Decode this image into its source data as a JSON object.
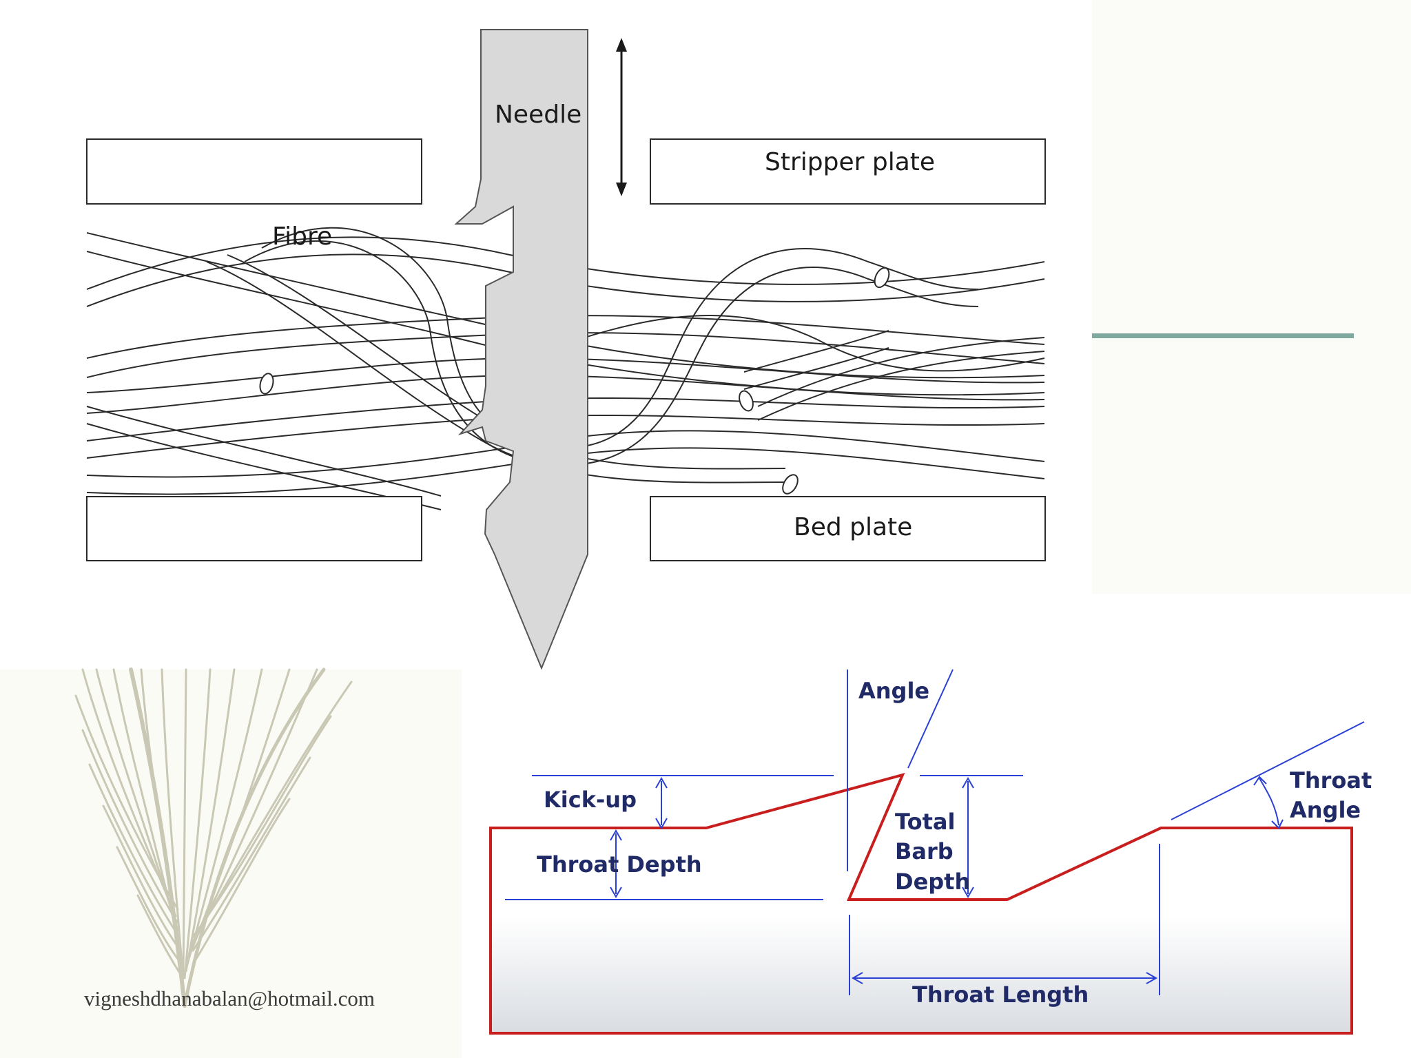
{
  "colors": {
    "accent_rule": "#7fa89e",
    "panel_bg": "#fbfbf7",
    "feather": "#c9c8b4",
    "barb_outline": "#c81e1e",
    "dimension_lines": "#2a3fd6",
    "barb_labels": "#1f2a66"
  },
  "needling_diagram": {
    "needle_label": "Needle",
    "stripper_plate_label": "Stripper plate",
    "fibre_label": "Fibre",
    "bed_plate_label": "Bed plate"
  },
  "barb_diagram": {
    "angle_label": "Angle",
    "kick_up_label": "Kick-up",
    "throat_depth_label": "Throat Depth",
    "total_barb_depth_line1": "Total",
    "total_barb_depth_line2": "Barb",
    "total_barb_depth_line3": "Depth",
    "throat_angle_line1": "Throat",
    "throat_angle_line2": "Angle",
    "throat_length_label": "Throat Length"
  },
  "footer": {
    "email": "vigneshdhanabalan@hotmail.com"
  },
  "decor": {
    "feather_icon": "feather-icon",
    "arrow_icon": "double-arrow-icon"
  }
}
